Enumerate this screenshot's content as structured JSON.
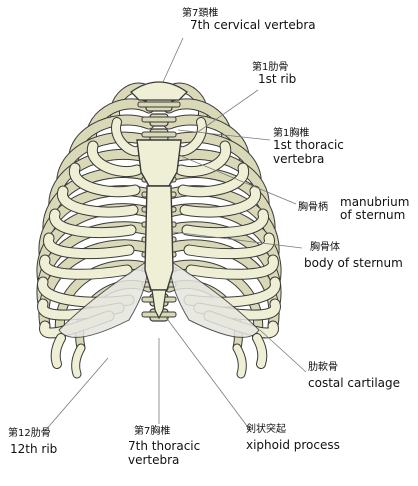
{
  "labels": {
    "c7": {
      "jp": "第7頚椎",
      "en": "7th cervical vertebra"
    },
    "rib1": {
      "jp": "第1肋骨",
      "en": "1st rib"
    },
    "t1": {
      "jp": "第1胸椎",
      "en_line1": "1st thoracic",
      "en_line2": "vertebra"
    },
    "manubrium": {
      "jp": "胸骨柄",
      "en_line1": "manubrium",
      "en_line2": "of sternum"
    },
    "body_sternum": {
      "jp": "胸骨体",
      "en": "body of sternum"
    },
    "costal_cartilage": {
      "jp": "肋軟骨",
      "en": "costal cartilage"
    },
    "rib12": {
      "jp": "第12肋骨",
      "en": "12th rib"
    },
    "t7": {
      "jp": "第7胸椎",
      "en_line1": "7th thoracic",
      "en_line2": "vertebra"
    },
    "xiphoid": {
      "jp": "剣状突起",
      "en": "xiphoid process"
    }
  },
  "colors": {
    "bone": "#efefd6",
    "bone_shade": "#d9d9b8",
    "cartilage": "#e6e6e0",
    "outline": "#3a3a3a",
    "leader": "#7a7a7a"
  }
}
